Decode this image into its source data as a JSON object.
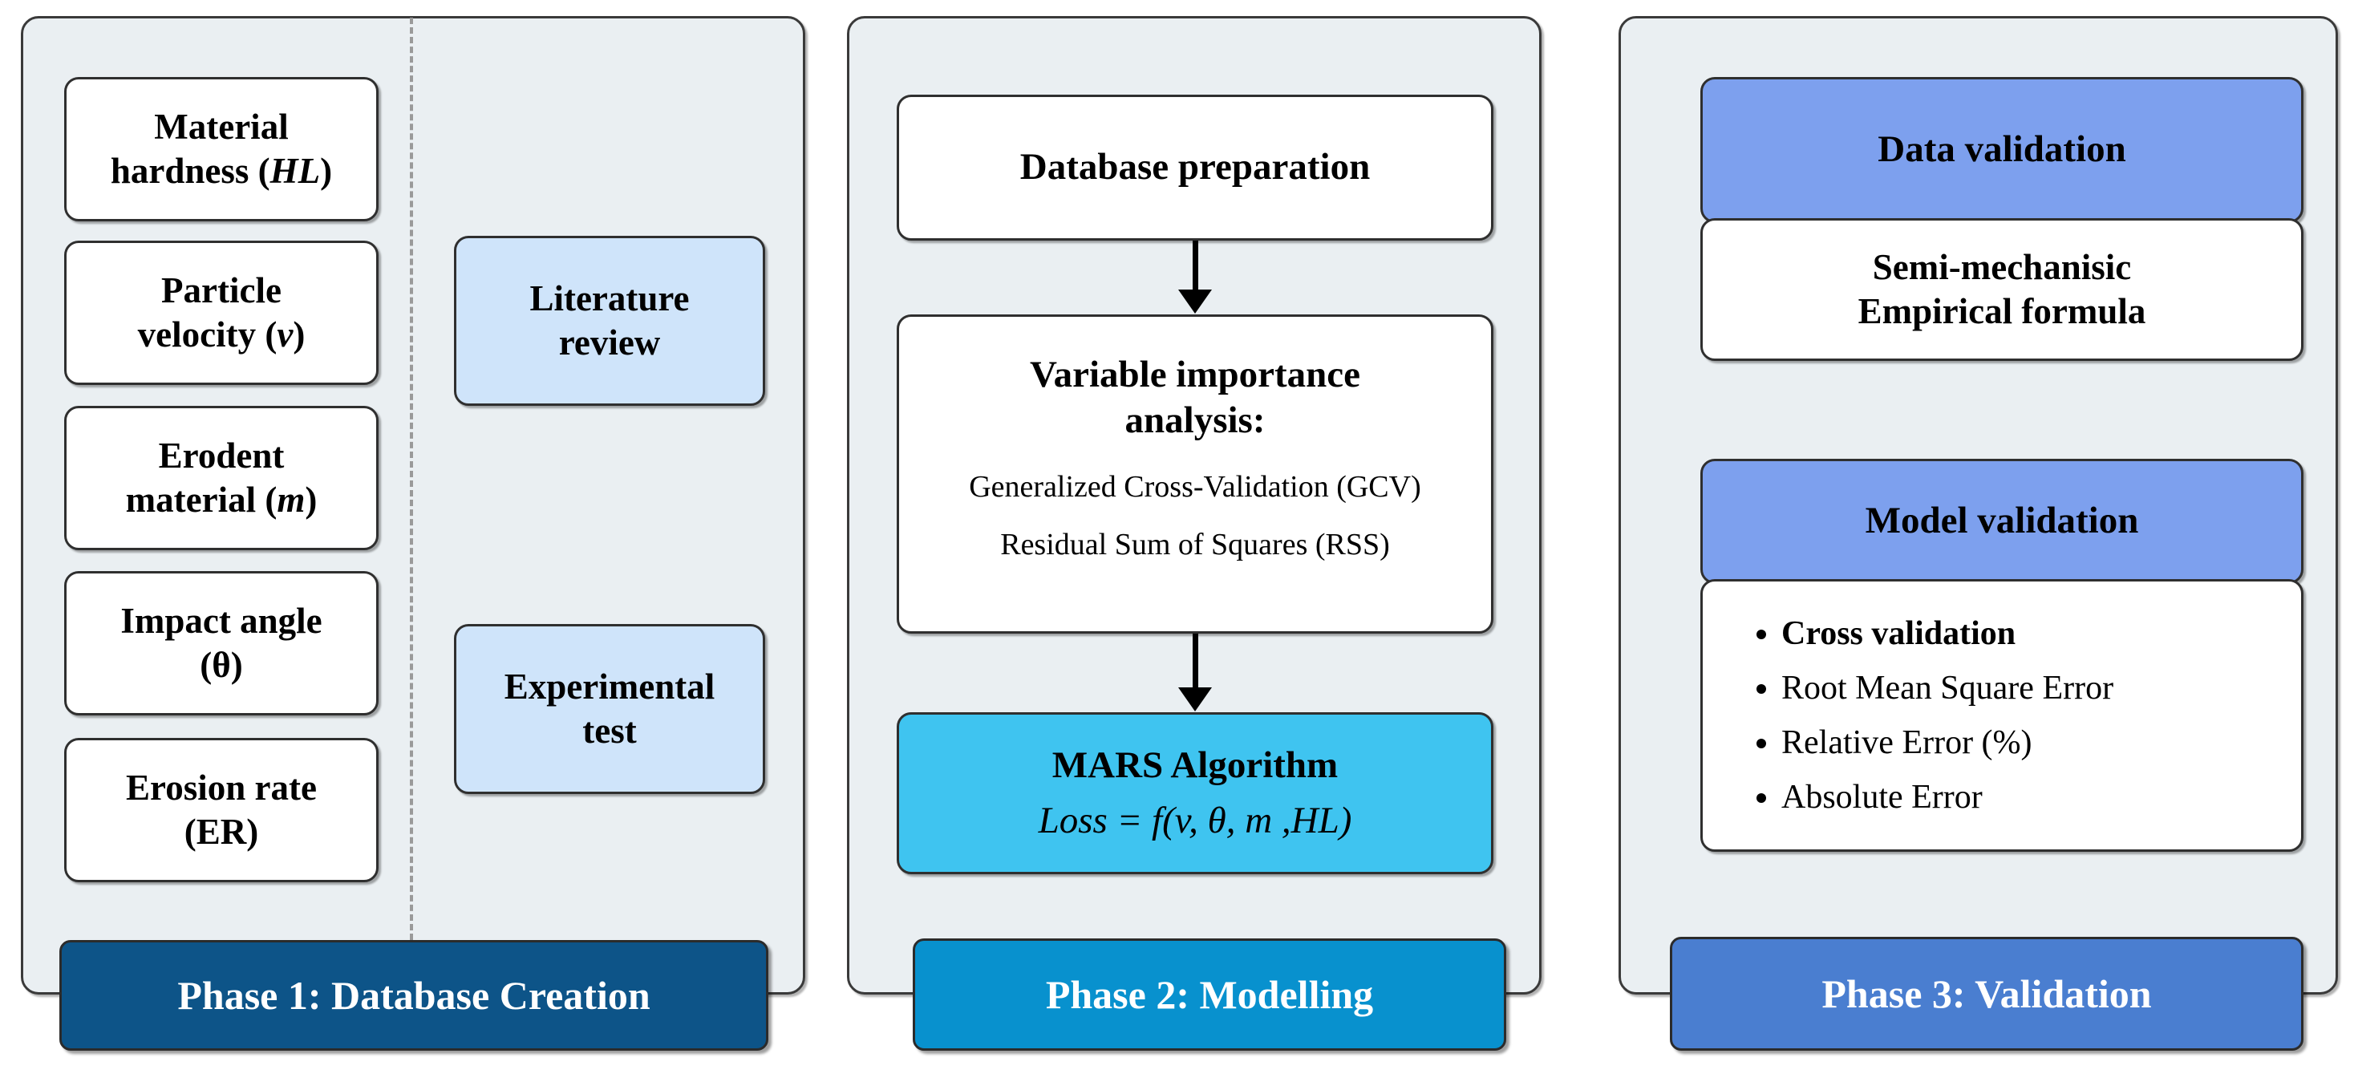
{
  "colors": {
    "panel_bg": "#eaeff2",
    "panel_border": "#3a3a3a",
    "node_bg": "#ffffff",
    "source_box_bg": "#cfe4fa",
    "mars_bg": "#3fc4f0",
    "validation_box_bg": "#7da0ee",
    "phase1_banner": "#0d5488",
    "phase2_banner": "#0891ce",
    "phase3_banner": "#4a7ed0",
    "divider": "#9a9a9a"
  },
  "phase1": {
    "banner_label": "Phase 1: Database Creation",
    "variables": [
      {
        "line1": "Material",
        "line2_pre": "hardness (",
        "line2_sym": "HL",
        "line2_post": ")"
      },
      {
        "line1": "Particle",
        "line2_pre": "velocity (",
        "line2_sym": "v",
        "line2_post": ")"
      },
      {
        "line1": "Erodent",
        "line2_pre": "material (",
        "line2_sym": "m",
        "line2_post": ")"
      },
      {
        "line1": "Impact angle",
        "line2_pre": "(",
        "line2_sym": "θ",
        "line2_post": ")"
      },
      {
        "line1": "Erosion rate",
        "line2_pre": "(",
        "line2_sym": "ER",
        "line2_post": ")"
      }
    ],
    "sources": [
      {
        "line1": "Literature",
        "line2": "review"
      },
      {
        "line1": "Experimental",
        "line2": "test"
      }
    ]
  },
  "phase2": {
    "banner_label": "Phase 2: Modelling",
    "database_preparation": "Database preparation",
    "variable_importance": {
      "title_line1": "Variable importance",
      "title_line2": "analysis:",
      "metric1": "Generalized Cross-Validation  (GCV)",
      "metric2": "Residual Sum of Squares (RSS)"
    },
    "mars": {
      "title": "MARS Algorithm",
      "formula_lhs": "Loss = f(",
      "formula_v": "v",
      "formula_sep1": ", ",
      "formula_theta": "θ",
      "formula_sep2": ", ",
      "formula_m": "m",
      "formula_sep3": " ,",
      "formula_hl": "HL",
      "formula_rhs": ")"
    }
  },
  "phase3": {
    "banner_label": "Phase 3: Validation",
    "data_validation": "Data validation",
    "semi_mechanistic": {
      "line1": "Semi-mechanisic",
      "line2": "Empirical formula"
    },
    "model_validation": "Model validation",
    "metrics": [
      {
        "label": "Cross validation",
        "bold": true
      },
      {
        "label": "Root Mean Square Error",
        "bold": false
      },
      {
        "label": "Relative Error (%)",
        "bold": false
      },
      {
        "label": "Absolute Error",
        "bold": false
      }
    ]
  }
}
